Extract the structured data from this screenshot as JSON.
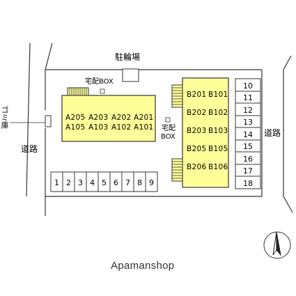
{
  "labels": {
    "bicycle_parking": "駐輪場",
    "delivery_box_1": "宅配BOX",
    "delivery_box_2_top": "宅配",
    "delivery_box_2_bottom": "BOX",
    "garbage": "ゴミ庫",
    "road_left": "道路",
    "road_right": "道路"
  },
  "building_a": {
    "upper_row": [
      "A205",
      "A203",
      "A202",
      "A201"
    ],
    "lower_row": [
      "A105",
      "A103",
      "A102",
      "A101"
    ]
  },
  "building_b": {
    "rows": [
      [
        "B201",
        "B101"
      ],
      [
        "B202",
        "B102"
      ],
      [
        "B203",
        "B103"
      ],
      [
        "B205",
        "B105"
      ],
      [
        "B206",
        "B106"
      ]
    ]
  },
  "parking_bottom": [
    "1",
    "2",
    "3",
    "4",
    "5",
    "6",
    "7",
    "8",
    "9"
  ],
  "parking_right": [
    "10",
    "11",
    "12",
    "13",
    "14",
    "15",
    "16",
    "17",
    "18"
  ],
  "brand": "Apamanshop",
  "colors": {
    "building_fill": "#ffff99",
    "line": "#333333"
  }
}
